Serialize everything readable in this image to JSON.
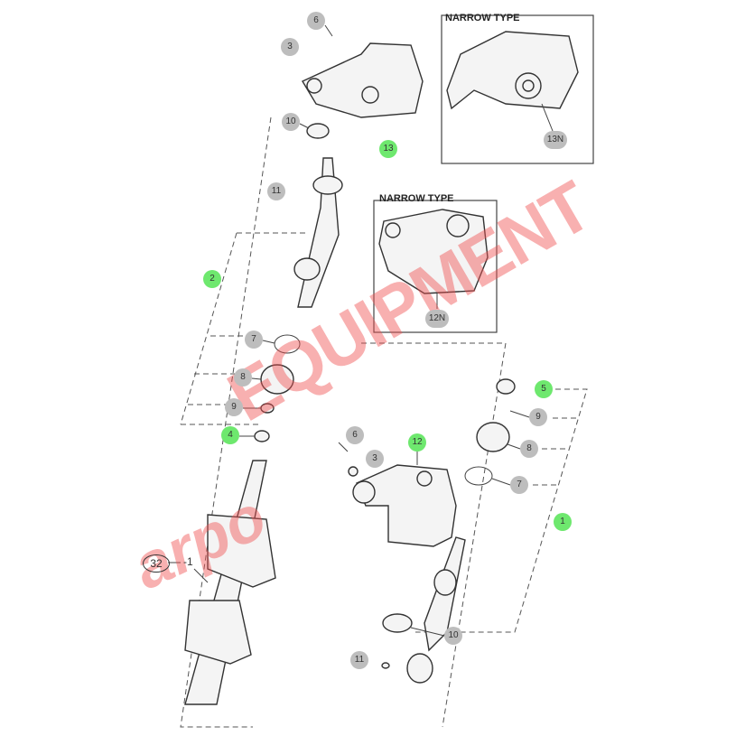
{
  "colors": {
    "callout_gray": "#bdbdbd",
    "callout_green": "#6ee86e",
    "watermark": "#f05050"
  },
  "boxes": {
    "narrow_type_top": "NARROW TYPE",
    "narrow_type_mid": "NARROW TYPE"
  },
  "callouts": {
    "c6a": "6",
    "c3a": "3",
    "c10a": "10",
    "c13": "13",
    "c11a": "11",
    "c2": "2",
    "c7a": "7",
    "c8a": "8",
    "c9a": "9",
    "c4": "4",
    "c6b": "6",
    "c3b": "3",
    "c12": "12",
    "c5": "5",
    "c9b": "9",
    "c8b": "8",
    "c7b": "7",
    "c1": "1",
    "c10b": "10",
    "c11b": "11",
    "c13n": "13N",
    "c12n": "12N"
  },
  "ref": {
    "number": "32",
    "suffix": "-1"
  },
  "watermark": {
    "script": "arpo",
    "word": "EQUIPMENT"
  }
}
